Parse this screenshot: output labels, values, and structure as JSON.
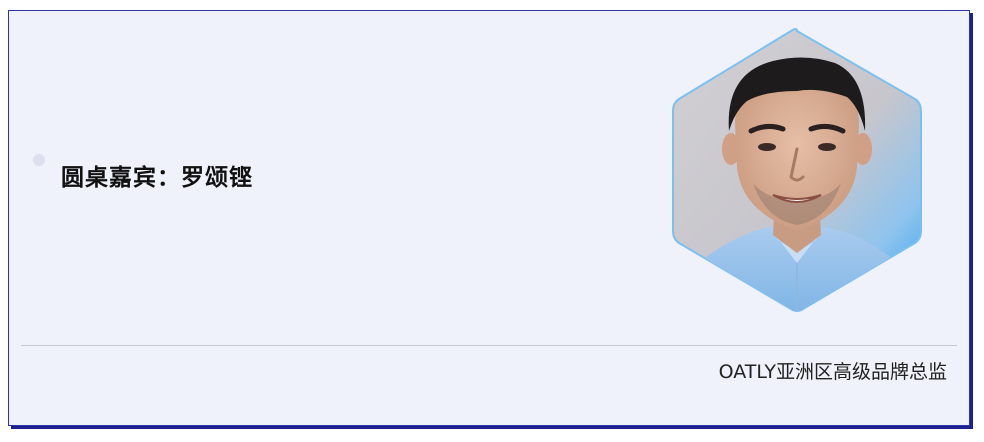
{
  "guest": {
    "title": "圆桌嘉宾：罗颂铿",
    "position": "OATLY亚洲区高级品牌总监"
  },
  "colors": {
    "card_background": "#eff1fb",
    "card_border": "#2b33a8",
    "hexagon_accent": "#3aa3f0"
  },
  "icons": {
    "bullet": "dot-icon",
    "portrait": "hexagon-portrait"
  }
}
